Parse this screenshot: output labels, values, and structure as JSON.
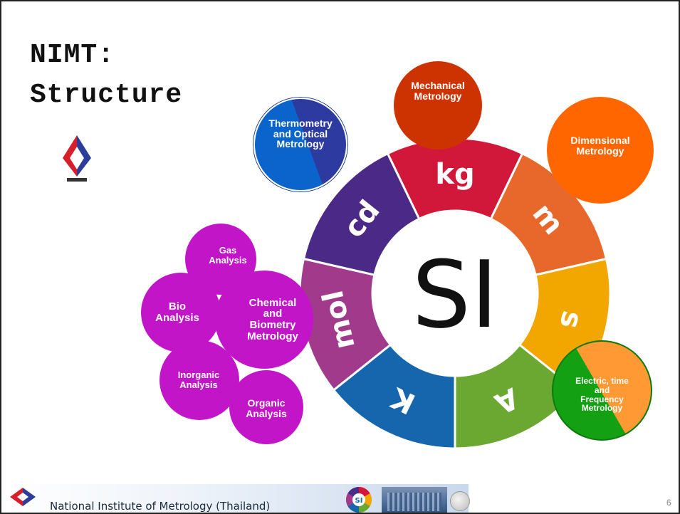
{
  "slide": {
    "title_line1": "NIMT:",
    "title_line2": "Structure",
    "page_number": "6"
  },
  "si_wheel": {
    "center_label": "SI",
    "segments": [
      {
        "unit": "kg",
        "color": "#d2183a"
      },
      {
        "unit": "m",
        "color": "#e8682b"
      },
      {
        "unit": "s",
        "color": "#f2a600"
      },
      {
        "unit": "A",
        "color": "#6aa831"
      },
      {
        "unit": "K",
        "color": "#1566ad"
      },
      {
        "unit": "mol",
        "color": "#a23a8c"
      },
      {
        "unit": "cd",
        "color": "#4a2a86"
      }
    ]
  },
  "departments": {
    "mechanical": "Mechanical\nMetrology",
    "dimensional": "Dimensional\nMetrology",
    "thermometry": "Thermometry\nand Optical\nMetrology",
    "electric": "Electric, time\nand\nFrequency\nMetrology",
    "chemical": "Chemical\nand\nBiometry\nMetrology",
    "gas": "Gas\nAnalysis",
    "bio": "Bio\nAnalysis",
    "inorganic": "Inorganic\nAnalysis",
    "organic": "Organic\nAnalysis"
  },
  "colors": {
    "mechanical": "#cc3300",
    "dimensional": "#ff6600",
    "thermometry": "#0f63c8",
    "electric_green": "#13a013",
    "electric_orange": "#ff9933",
    "chemical_group": "#c215c8"
  },
  "footer": {
    "institute_name": "National Institute of Metrology (Thailand)"
  },
  "icons": {
    "logo": "nimt-logo-icon",
    "footer_logo": "nimt-logo-icon",
    "footer_si_badge": "si-badge-icon",
    "footer_building": "building-photo-icon",
    "footer_globe": "globe-icon"
  }
}
